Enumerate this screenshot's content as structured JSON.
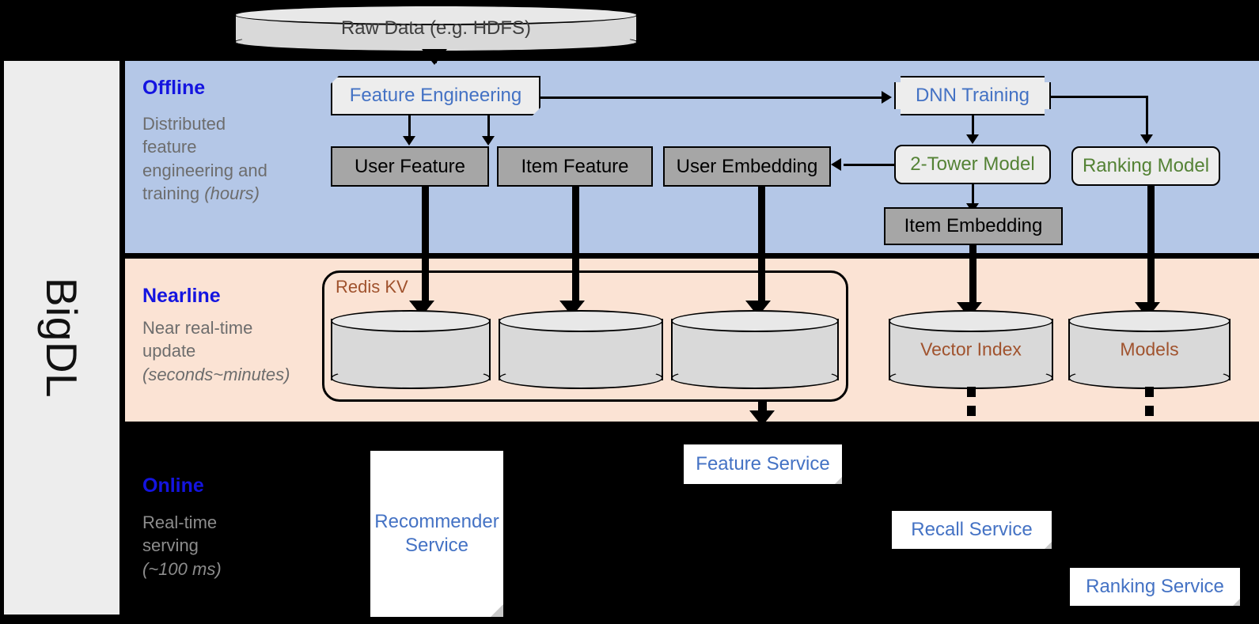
{
  "framework": {
    "name": "BigDL"
  },
  "top": {
    "raw_data_label": "Raw Data (e.g. HDFS)"
  },
  "bands": {
    "offline": {
      "title": "Offline",
      "subtitle_lines": [
        "Distributed",
        "feature",
        "engineering and",
        "training "
      ],
      "subtitle_italic": "(hours)",
      "bg": "#b4c7e7"
    },
    "nearline": {
      "title": "Nearline",
      "subtitle_lines": [
        "Near real-time",
        "update"
      ],
      "subtitle_italic": "(seconds~minutes)",
      "bg": "#fbe3d4"
    },
    "online": {
      "title": "Online",
      "subtitle_lines": [
        "Real-time",
        "serving"
      ],
      "subtitle_italic": "(~100 ms)",
      "bg": "#000000"
    }
  },
  "offline_nodes": {
    "feature_engineering": "Feature Engineering",
    "dnn_training": "DNN Training",
    "user_feature": "User Feature",
    "item_feature": "Item Feature",
    "user_embedding": "User Embedding",
    "two_tower_model": "2-Tower Model",
    "ranking_model": "Ranking Model",
    "item_embedding": "Item Embedding"
  },
  "nearline_nodes": {
    "redis_kv": "Redis KV",
    "vector_index": "Vector Index",
    "models": "Models"
  },
  "online_nodes": {
    "recommender_service": "Recommender Service",
    "feature_service": "Feature Service",
    "recall_service": "Recall Service",
    "ranking_service": "Ranking Service"
  },
  "colors": {
    "band_offline": "#b4c7e7",
    "band_nearline": "#fbe3d4",
    "band_online": "#000000",
    "title_blue": "#1414e0",
    "node_blue": "#4472c4",
    "node_green": "#548235",
    "storage_brown": "#a0522d",
    "gray_fill": "#a6a6a6",
    "card_fill": "#ededed"
  }
}
